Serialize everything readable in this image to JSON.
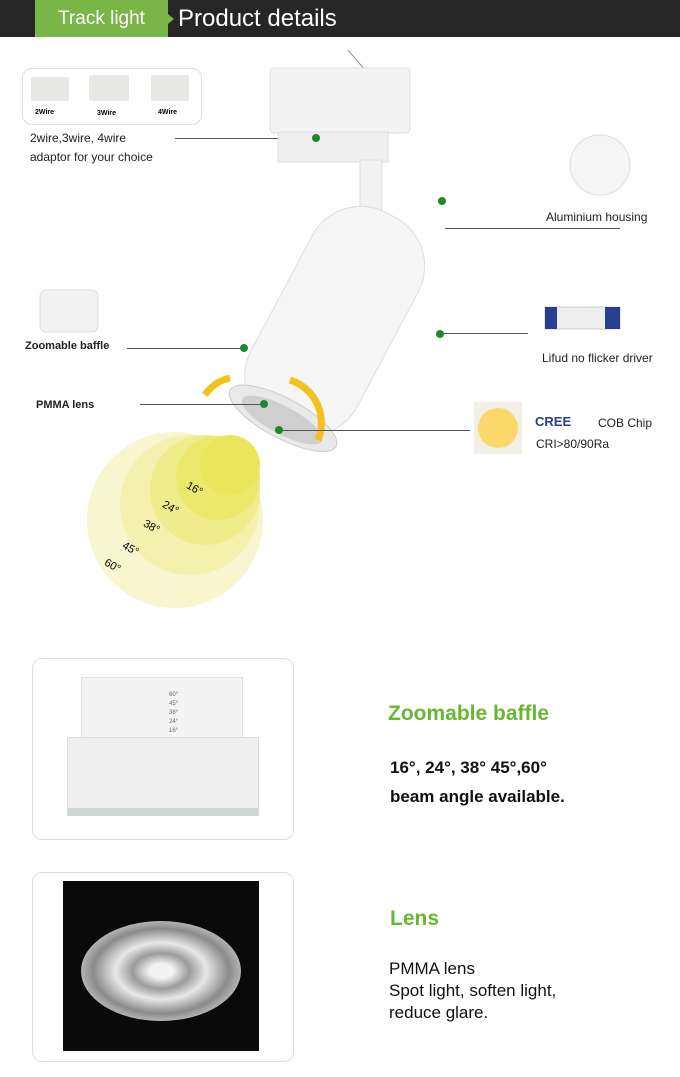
{
  "header": {
    "tag": "Track light",
    "title": "Product details"
  },
  "adaptor": {
    "labels": [
      "2Wire",
      "3Wire",
      "4Wire"
    ],
    "caption_line1": "2wire,3wire, 4wire",
    "caption_line2": "adaptor for your choice"
  },
  "callouts": {
    "housing": "Aluminium housing",
    "driver": "Lifud no flicker driver",
    "baffle": "Zoomable baffle",
    "lens": "PMMA lens",
    "cree_logo": "CREE",
    "chip": "COB Chip",
    "cri": "CRI>80/90Ra"
  },
  "beam_angles": [
    "16°",
    "24°",
    "38°",
    "45°",
    "60°"
  ],
  "baffle_section": {
    "title": "Zoomable baffle",
    "line1": "16°, 24°, 38° 45°,60°",
    "line2": "beam angle available.",
    "scale": [
      "60°",
      "45°",
      "38°",
      "24°",
      "16°"
    ]
  },
  "lens_section": {
    "title": "Lens",
    "line1": "PMMA lens",
    "line2": "Spot light, soften light,",
    "line3": "reduce glare."
  },
  "colors": {
    "accent": "#7ab547",
    "header": "#262626",
    "title_green": "#66b82e",
    "dot": "#1a8a2a"
  }
}
